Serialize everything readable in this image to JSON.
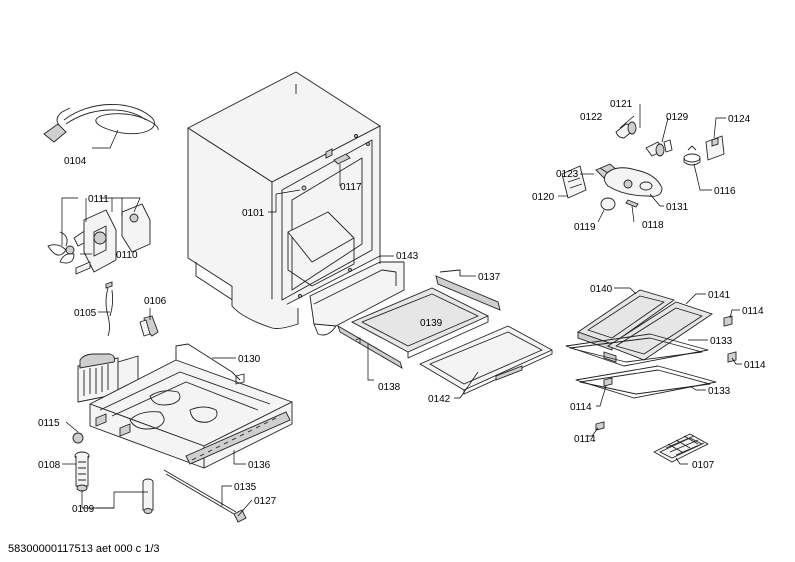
{
  "labels": {
    "l0104": "0104",
    "l0111": "0111",
    "l0110": "0110",
    "l0106": "0106",
    "l0105": "0105",
    "l0130": "0130",
    "l0115": "0115",
    "l0108": "0108",
    "l0109": "0109",
    "l0136": "0136",
    "l0135": "0135",
    "l0127": "0127",
    "l0101": "0101",
    "l0117": "0117",
    "l0143": "0143",
    "l0137": "0137",
    "l0139": "0139",
    "l0138": "0138",
    "l0142": "0142",
    "l0121": "0121",
    "l0122": "0122",
    "l0129": "0129",
    "l0124": "0124",
    "l0123": "0123",
    "l0120": "0120",
    "l0116": "0116",
    "l0131": "0131",
    "l0119": "0119",
    "l0118": "0118",
    "l0140": "0140",
    "l0141": "0141",
    "l0114a": "0114",
    "l0133a": "0133",
    "l0114b": "0114",
    "l0133b": "0133",
    "l0114c": "0114",
    "l0114d": "0114",
    "l0107": "0107"
  },
  "footer": "58300000117513 aet 000 c 1/3"
}
